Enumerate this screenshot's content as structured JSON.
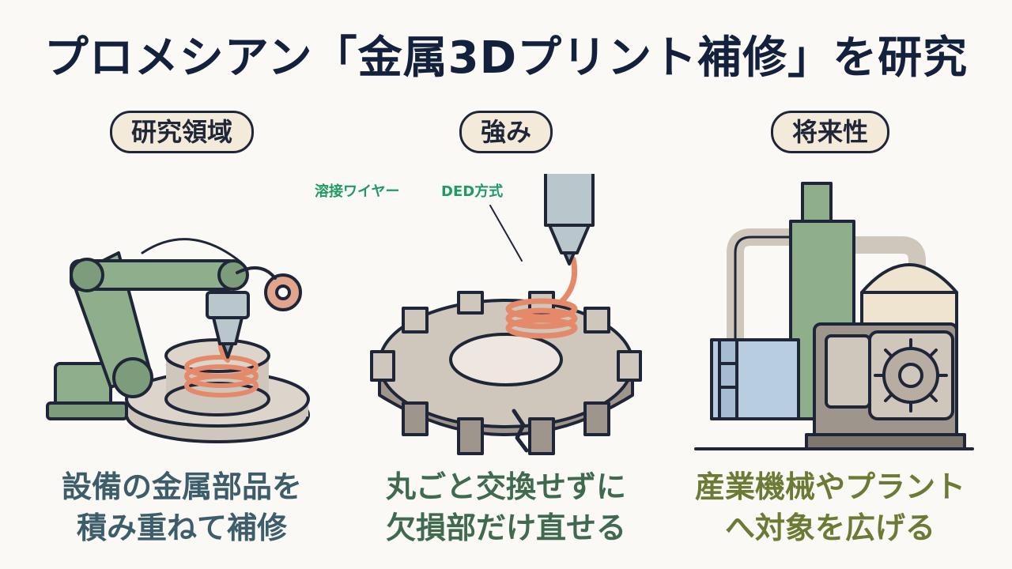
{
  "title": "プロメシアン「金属3Dプリント補修」を研究",
  "columns": [
    {
      "label": "研究領域",
      "caption_line1": "設備の金属部品を",
      "caption_line2": "積み重ねて補修",
      "illustration": "robot-arm-3d-printer-icon"
    },
    {
      "label": "強み",
      "caption_line1": "丸ごと交換せずに",
      "caption_line2": "欠損部だけ直せる",
      "illustration": "gear-repair-icon"
    },
    {
      "label": "将来性",
      "caption_line1": "産業機械やプラント",
      "caption_line2": "へ対象を広げる",
      "illustration": "industrial-plant-icon"
    }
  ],
  "callouts": {
    "wire": "溶接ワイヤー",
    "ded": "DED方式"
  },
  "colors": {
    "title": "#14213d",
    "pill_bg": "#f3ead9",
    "caption_1": "#3e5d6b",
    "caption_2": "#3f6a4f",
    "caption_3": "#6b7a34",
    "callout": "#1f9a66",
    "machine_green": "#8fae8c",
    "metal_gray": "#cfc6bc",
    "copper": "#e48a6a"
  }
}
